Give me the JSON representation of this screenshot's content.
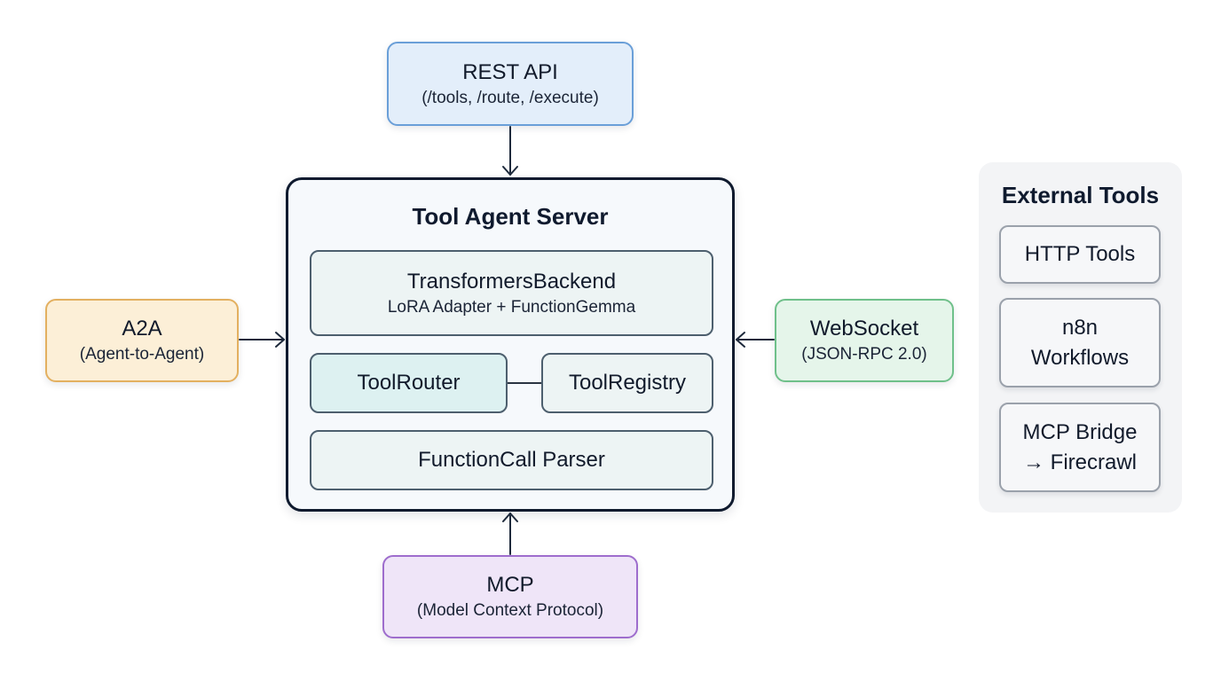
{
  "diagram": {
    "server": {
      "title": "Tool Agent Server",
      "backend": {
        "title": "TransformersBackend",
        "subtitle": "LoRA Adapter + FunctionGemma"
      },
      "router": "ToolRouter",
      "registry": "ToolRegistry",
      "parser": "FunctionCall Parser"
    },
    "interfaces": {
      "rest": {
        "title": "REST API",
        "subtitle": "(/tools, /route, /execute)"
      },
      "a2a": {
        "title": "A2A",
        "subtitle": "(Agent-to-Agent)"
      },
      "websocket": {
        "title": "WebSocket",
        "subtitle": "(JSON-RPC 2.0)"
      },
      "mcp": {
        "title": "MCP",
        "subtitle": "(Model Context Protocol)"
      }
    },
    "external": {
      "title": "External Tools",
      "items": [
        {
          "lines": [
            "HTTP Tools"
          ]
        },
        {
          "lines": [
            "n8n",
            "Workflows"
          ]
        },
        {
          "lines": [
            "MCP Bridge",
            "→ Firecrawl"
          ]
        }
      ]
    }
  },
  "colors": {
    "rest_fill": "#e3eefa",
    "rest_border": "#6a9fd8",
    "a2a_fill": "#fcefd7",
    "a2a_border": "#e3b060",
    "websocket_fill": "#e5f5ea",
    "websocket_border": "#6fc08a",
    "mcp_fill": "#efe5f8",
    "mcp_border": "#9e6dcd",
    "server_border": "#0f1a2e"
  }
}
